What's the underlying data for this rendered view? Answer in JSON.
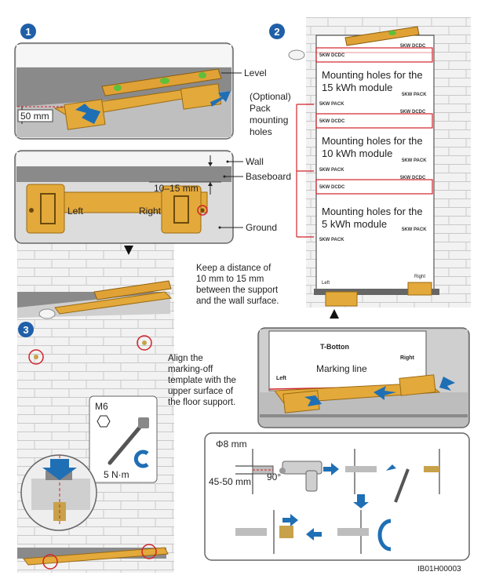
{
  "steps": {
    "s1": "1",
    "s2": "2",
    "s3": "3"
  },
  "callouts": {
    "level": "Level",
    "optional_line1": "(Optional)",
    "optional_line2": "Pack",
    "optional_line3": "mounting",
    "optional_line4": "holes",
    "wall": "Wall",
    "baseboard": "Baseboard",
    "ground": "Ground",
    "dim_50": "50 mm",
    "dim_10_15": "10–15 mm",
    "left": "Left",
    "right": "Right"
  },
  "template": {
    "row_labels": [
      "5KW DCDC",
      "5KW PACK",
      "5KW DCDC",
      "5KW PACK",
      "5KW DCDC",
      "5KW PACK"
    ],
    "m15_line1": "Mounting holes for the",
    "m15_line2": "15 kWh module",
    "m10_line1": "Mounting holes for the",
    "m10_line2": "10 kWh module",
    "m5_line1": "Mounting holes for the",
    "m5_line2": "5 kWh module",
    "bottom_left": "Left",
    "bottom_right": "Right"
  },
  "notes": {
    "distance": [
      "Keep a distance of",
      "10 mm to 15 mm",
      "between the support",
      "and the wall surface."
    ],
    "align": [
      "Align the",
      "marking-off",
      "template with the",
      "upper surface of",
      "the floor support."
    ]
  },
  "zoom": {
    "bottom_title": "T-Botton",
    "right": "Right",
    "left": "Left",
    "marking_line": "Marking line"
  },
  "torque": {
    "bolt": "M6",
    "value": "5 N·m"
  },
  "drill": {
    "diameter": "Φ8 mm",
    "depth": "45-50 mm",
    "angle": "90°"
  },
  "figure_id": "IB01H00003",
  "colors": {
    "support": "#e3a93a",
    "support_dark": "#b57c1c",
    "accent_blue": "#1f6fb5",
    "red": "#d2232a"
  }
}
